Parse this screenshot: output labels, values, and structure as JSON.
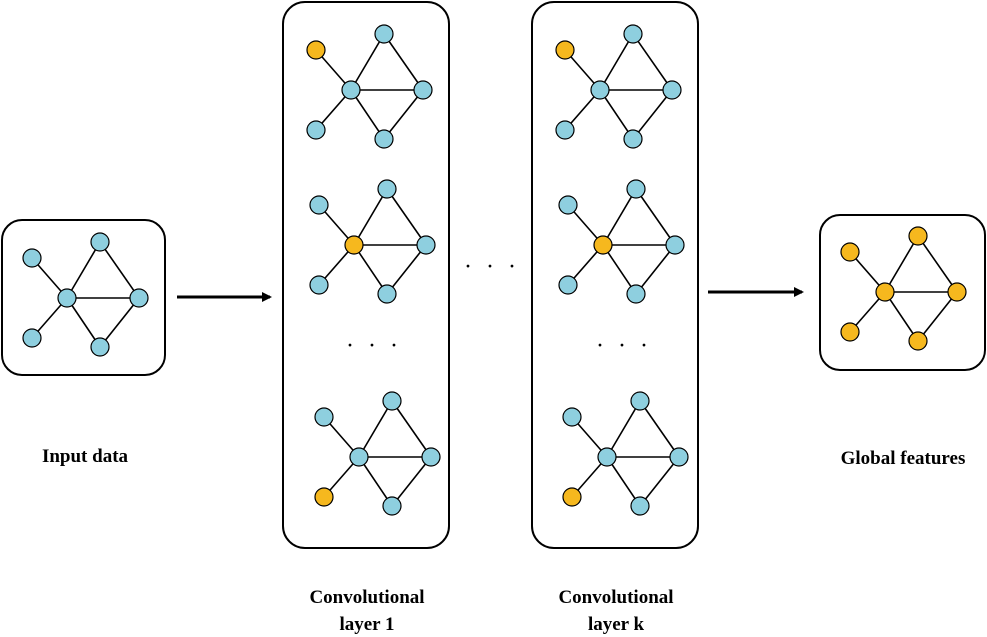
{
  "labels": {
    "input": "Input data",
    "conv1_line1": "Convolutional",
    "conv1_line2": "layer 1",
    "convk_line1": "Convolutional",
    "convk_line2": "layer k",
    "global": "Global features"
  },
  "ellipsis": "· · ·",
  "colors": {
    "node_default": "#8ecfdf",
    "node_highlight": "#f6b81e",
    "stroke": "#000000"
  },
  "graph": {
    "nodes": [
      "top-left",
      "bottom-left",
      "center",
      "top",
      "right",
      "bottom"
    ],
    "edges": [
      [
        "top-left",
        "center"
      ],
      [
        "bottom-left",
        "center"
      ],
      [
        "center",
        "top"
      ],
      [
        "center",
        "right"
      ],
      [
        "center",
        "bottom"
      ],
      [
        "top",
        "right"
      ],
      [
        "right",
        "bottom"
      ]
    ]
  },
  "panels": {
    "input": {
      "highlight": []
    },
    "conv1": [
      {
        "highlight": [
          "top-left"
        ]
      },
      {
        "highlight": [
          "center"
        ]
      },
      {
        "highlight": [
          "bottom-left"
        ]
      }
    ],
    "convk": [
      {
        "highlight": [
          "top-left"
        ]
      },
      {
        "highlight": [
          "center"
        ]
      },
      {
        "highlight": [
          "bottom-left"
        ]
      }
    ],
    "global": {
      "highlight": [
        "top-left",
        "bottom-left",
        "center",
        "top",
        "right",
        "bottom"
      ]
    }
  }
}
